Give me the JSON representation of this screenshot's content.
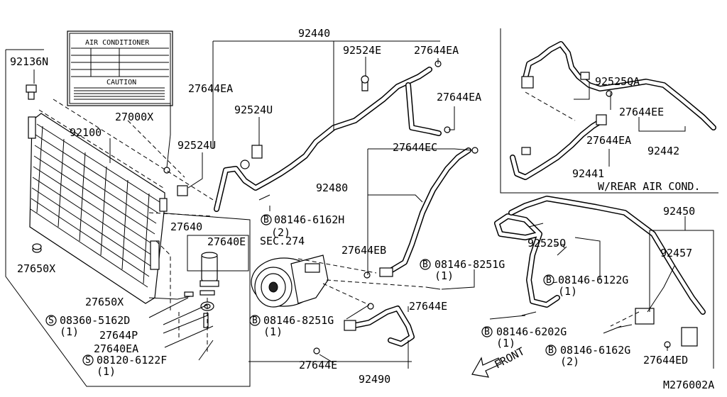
{
  "labels": {
    "p92440": "92440",
    "p92136N": "92136N",
    "p92524E": "92524E",
    "p27644EA_a": "27644EA",
    "p27644EA_b": "27644EA",
    "p27644EA_c": "27644EA",
    "p27000X": "27000X",
    "p92100": "92100",
    "p92524U_a": "92524U",
    "p92524U_b": "92524U",
    "p27644EC": "27644EC",
    "p92480": "92480",
    "p08146_6162H": "08146-6162H",
    "p08146_6162H_q": "(2)",
    "pSEC274": "SEC.274",
    "p27640": "27640",
    "p27640E": "27640E",
    "p27650X_a": "27650X",
    "p27644EB": "27644EB",
    "p08146_8251G_a": "08146-8251G",
    "p08146_8251G_a_q": "(1)",
    "p27650X_b": "27650X",
    "p08360_5162D": "08360-5162D",
    "p08360_5162D_q": "(1)",
    "p27644P": "27644P",
    "p27640EA": "27640EA",
    "p08120_6122F": "08120-6122F",
    "p08120_6122F_q": "(1)",
    "p08146_8251G_b": "08146-8251G",
    "p08146_8251G_b_q": "(1)",
    "p27644E_a": "27644E",
    "p27644E_b": "27644E",
    "p92490": "92490",
    "p92525QA": "92525QA",
    "p27644EE": "27644EE",
    "p27644EA_d": "27644EA",
    "p92442": "92442",
    "p92441": "92441",
    "pRear": "W/REAR AIR COND.",
    "p92450": "92450",
    "p92525Q": "92525Q",
    "p92457": "92457",
    "p08146_6122G": "08146-6122G",
    "p08146_6122G_q": "(1)",
    "p08146_6202G": "08146-6202G",
    "p08146_6202G_q": "(1)",
    "p08146_6162G": "08146-6162G",
    "p08146_6162G_q": "(2)",
    "p27644ED": "27644ED",
    "pFront": "FRONT",
    "pRef": "M276002A",
    "circleB": "B",
    "circleS": "S"
  },
  "caution_label": {
    "title": "AIR CONDITIONER",
    "caution": "CAUTION"
  }
}
